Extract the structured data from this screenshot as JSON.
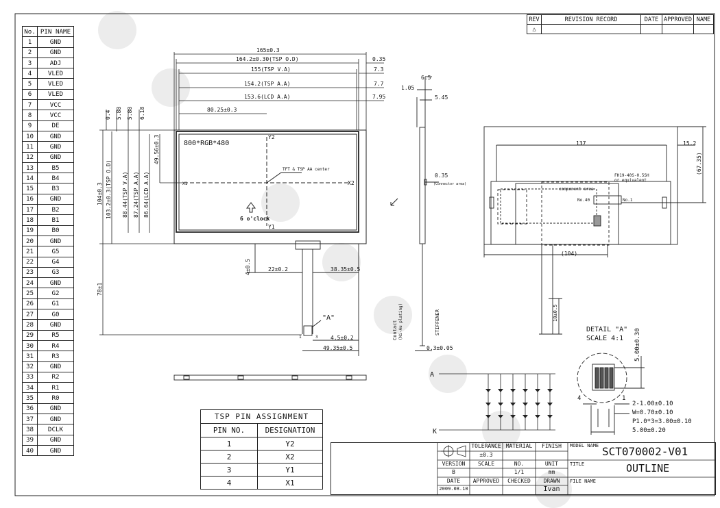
{
  "pin_table": {
    "header": {
      "no": "No.",
      "name": "PIN NAME"
    },
    "rows": [
      [
        "1",
        "GND"
      ],
      [
        "2",
        "GND"
      ],
      [
        "3",
        "ADJ"
      ],
      [
        "4",
        "VLED"
      ],
      [
        "5",
        "VLED"
      ],
      [
        "6",
        "VLED"
      ],
      [
        "7",
        "VCC"
      ],
      [
        "8",
        "VCC"
      ],
      [
        "9",
        "DE"
      ],
      [
        "10",
        "GND"
      ],
      [
        "11",
        "GND"
      ],
      [
        "12",
        "GND"
      ],
      [
        "13",
        "B5"
      ],
      [
        "14",
        "B4"
      ],
      [
        "15",
        "B3"
      ],
      [
        "16",
        "GND"
      ],
      [
        "17",
        "B2"
      ],
      [
        "18",
        "B1"
      ],
      [
        "19",
        "B0"
      ],
      [
        "20",
        "GND"
      ],
      [
        "21",
        "G5"
      ],
      [
        "22",
        "G4"
      ],
      [
        "23",
        "G3"
      ],
      [
        "24",
        "GND"
      ],
      [
        "25",
        "G2"
      ],
      [
        "26",
        "G1"
      ],
      [
        "27",
        "G0"
      ],
      [
        "28",
        "GND"
      ],
      [
        "29",
        "R5"
      ],
      [
        "30",
        "R4"
      ],
      [
        "31",
        "R3"
      ],
      [
        "32",
        "GND"
      ],
      [
        "33",
        "R2"
      ],
      [
        "34",
        "R1"
      ],
      [
        "35",
        "R0"
      ],
      [
        "36",
        "GND"
      ],
      [
        "37",
        "GND"
      ],
      [
        "38",
        "DCLK"
      ],
      [
        "39",
        "GND"
      ],
      [
        "40",
        "GND"
      ]
    ]
  },
  "tsp_table": {
    "title": "TSP PIN ASSIGNMENT",
    "col_pin": "PIN NO.",
    "col_designation": "DESIGNATION",
    "rows": [
      [
        "1",
        "Y2"
      ],
      [
        "2",
        "X2"
      ],
      [
        "3",
        "Y1"
      ],
      [
        "4",
        "X1"
      ]
    ]
  },
  "revision": {
    "rev": "REV",
    "record": "REVISION RECORD",
    "date": "DATE",
    "approved": "APPROVED",
    "name": "NAME"
  },
  "title_block": {
    "tolerance_label": "TOLERANCE",
    "tolerance": "±0.3",
    "material_label": "MATERIAL",
    "finish_label": "FINISH",
    "model_name_label": "MODEL NAME",
    "model_name": "SCT070002-V01",
    "version_label": "VERSION",
    "version": "B",
    "scale_label": "SCALE",
    "no_label": "NO.",
    "no": "1/1",
    "unit_label": "UNIT",
    "unit": "mm",
    "title_label": "TITLE",
    "title": "OUTLINE",
    "date_label": "DATE",
    "date": "2009.08.10",
    "approved_label": "APPROVED",
    "checked_label": "CHECKED",
    "drawn_label": "DRAWN",
    "drawn": "Ivan",
    "file_name_label": "FILE NAME"
  },
  "front_view": {
    "dims_top": [
      "165±0.3",
      "164.2±0.30(TSP O.D)",
      "155(TSP V.A)",
      "154.2(TSP A.A)",
      "153.6(LCD A.A)",
      "80.25±0.3"
    ],
    "dims_right": [
      "0.35",
      "7.3",
      "7.7",
      "7.95"
    ],
    "dims_left": [
      "0.4",
      "5.88",
      "5.88",
      "6.18"
    ],
    "dims_left_vert": [
      "104±0.3",
      "103.2±0.3(TSP O.D)",
      "88.44(TSP V.A)",
      "87.24(TSP A.A)",
      "86.64(LCD A.A)",
      "49.56±0.3",
      "78±1"
    ],
    "resolution": "800*RGB*480",
    "center_note": "TFT & TSP AA center",
    "clock": "6 o'clock",
    "labels": {
      "y2": "Y2",
      "y1": "Y1",
      "x1": "X1",
      "x2": "X2"
    },
    "fpc_dims": [
      "4±0.5",
      "22±0.2",
      "38.35±0.5",
      "4.5±0.2",
      "49.35±0.5"
    ],
    "detail_ref": "\"A\"",
    "pin1": "1",
    "pin3": "3"
  },
  "side_view": {
    "dims": [
      "6.5",
      "1.05",
      "5.45",
      "0.35",
      "0.3±0.05"
    ],
    "connector": "(Connector area)",
    "contact": "Contact",
    "contact_sub": "(Ni-Au plating)",
    "stiffener": "STIFFENER"
  },
  "back_view": {
    "dims": [
      "137",
      "15.2",
      "(67.35)",
      "(104)",
      "10±0.5"
    ],
    "connector": "FH19-40S-0.5SH",
    "equivalent": "or equivalent",
    "component": "component area",
    "no40": "No.40",
    "no1": "No.1"
  },
  "detail": {
    "title": "DETAIL \"A\"",
    "scale": "SCALE 4:1",
    "height": "5.00±0.30",
    "pitch_lines": [
      "2-1.00±0.10",
      "W=0.70±0.10",
      "P1.0*3=3.00±0.10",
      "5.00±0.20"
    ],
    "n4": "4",
    "n1": "1"
  },
  "led": {
    "anode": "A",
    "cathode": "K"
  }
}
